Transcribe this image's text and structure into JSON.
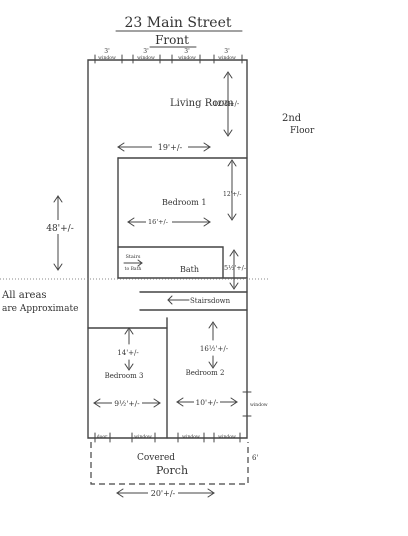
{
  "title": "23 Main Street",
  "subtitle": "Front",
  "floor_label": "2nd\nFloor",
  "notes": [
    "All areas",
    "are Approximate"
  ],
  "front_windows": [
    {
      "size": "3'",
      "label": "window"
    },
    {
      "size": "3'",
      "label": "window"
    },
    {
      "size": "3'",
      "label": "window"
    },
    {
      "size": "3'",
      "label": "window"
    }
  ],
  "rooms": {
    "living_room": {
      "name": "Living Room",
      "dim_v": "12½+/-",
      "dim_h": "19'+/-"
    },
    "bedroom1": {
      "name": "Bedroom 1",
      "dim_v": "12'+/-",
      "dim_h": "16'+/-"
    },
    "bath": {
      "name": "Bath",
      "dim_v": "5½'+/-"
    },
    "bedroom2": {
      "name": "Bedroom 2",
      "dim_v": "16½'+/-",
      "dim_h": "10'+/-"
    },
    "bedroom3": {
      "name": "Bedroom 3",
      "dim_v": "14'+/-",
      "dim_h": "9½'+/-"
    },
    "porch": {
      "name_line1": "Covered",
      "name_line2": "Porch",
      "dim_h": "20'+/-",
      "dim_v": "6'"
    }
  },
  "overall_depth": "48'+/-",
  "stairs_to_bath": [
    "Stairs",
    "to Bath"
  ],
  "stairs_down": "Stairsdown",
  "rear_openings": [
    "door",
    "window",
    "window",
    "window"
  ],
  "side_window": "window"
}
